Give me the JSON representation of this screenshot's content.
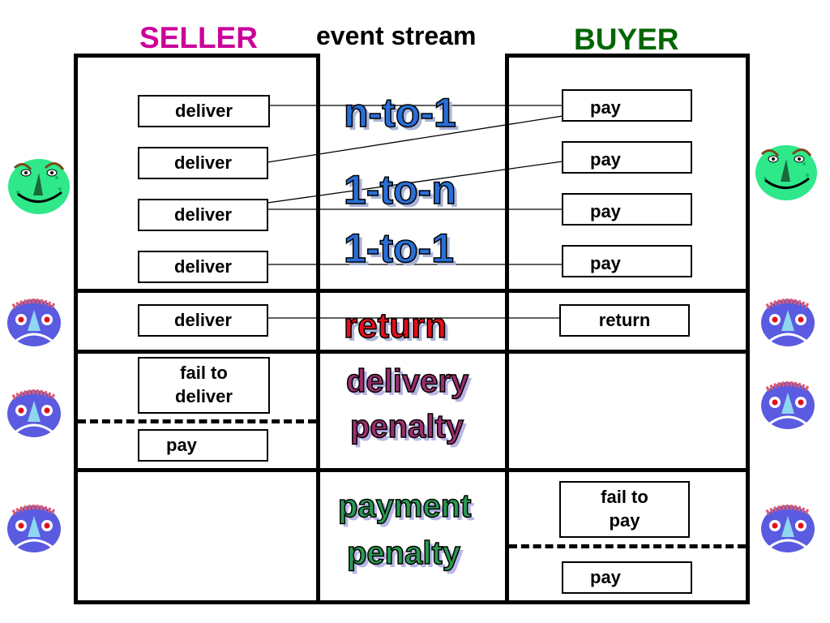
{
  "headers": {
    "seller": "SELLER",
    "event_stream": "event stream",
    "buyer": "BUYER"
  },
  "seller_boxes": {
    "deliver_1": "deliver",
    "deliver_2": "deliver",
    "deliver_3": "deliver",
    "deliver_4": "deliver",
    "deliver_5": "deliver",
    "fail_to_deliver": "fail to deliver",
    "pay": "pay"
  },
  "buyer_boxes": {
    "pay_1": "pay",
    "pay_2": "pay",
    "pay_3": "pay",
    "pay_4": "pay",
    "return": "return",
    "fail_to_pay": "fail to pay",
    "pay_5": "pay"
  },
  "event_labels": {
    "n_to_1": "n-to-1",
    "one_to_n": "1-to-n",
    "one_to_one": "1-to-1",
    "return": "return",
    "delivery_penalty_1": "delivery",
    "delivery_penalty_2": "penalty",
    "payment_penalty_1": "payment",
    "payment_penalty_2": "penalty"
  },
  "colors": {
    "seller": "#cc0099",
    "buyer": "#006600",
    "happy_face": "#2ee88a",
    "sad_face": "#5a5be0",
    "n_to_1": "#2a6fd6",
    "return": "#e0101c",
    "delivery_penalty": "#9b2f6d",
    "payment_penalty": "#2a9a52"
  },
  "faces": {
    "left_top": "happy-face-icon",
    "right_top": "happy-face-icon",
    "others": "sad-face-icon"
  }
}
